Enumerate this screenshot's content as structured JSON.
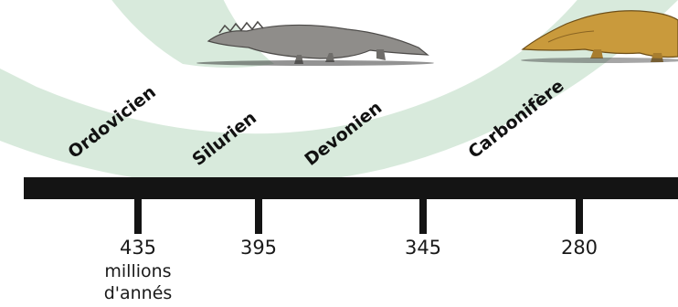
{
  "colors": {
    "background": "#ffffff",
    "band": "#d8eadc",
    "timeline": "#141414",
    "amphibian_gray": "#8f8d8a",
    "amphibian_gold": "#c99a3c"
  },
  "periods": [
    {
      "label": "Ordovicien"
    },
    {
      "label": "Silurien"
    },
    {
      "label": "Devonien"
    },
    {
      "label": "Carbonifère"
    }
  ],
  "ticks": [
    {
      "value": "435"
    },
    {
      "value": "395"
    },
    {
      "value": "345"
    },
    {
      "value": "280"
    }
  ],
  "unit": {
    "line1": "millions",
    "line2": "d'annés"
  },
  "illustrations": [
    {
      "icon": "early-tetrapod-illustration"
    },
    {
      "icon": "carboniferous-amphibian-illustration"
    }
  ]
}
